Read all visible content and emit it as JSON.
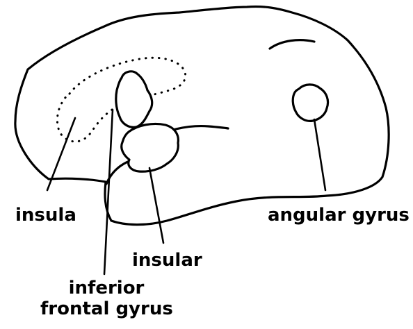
{
  "labels": {
    "insula": "insula",
    "insular": "insular",
    "inferior_line1": "inferior",
    "inferior_line2": "frontal gyrus",
    "angular": "angular gyrus"
  }
}
